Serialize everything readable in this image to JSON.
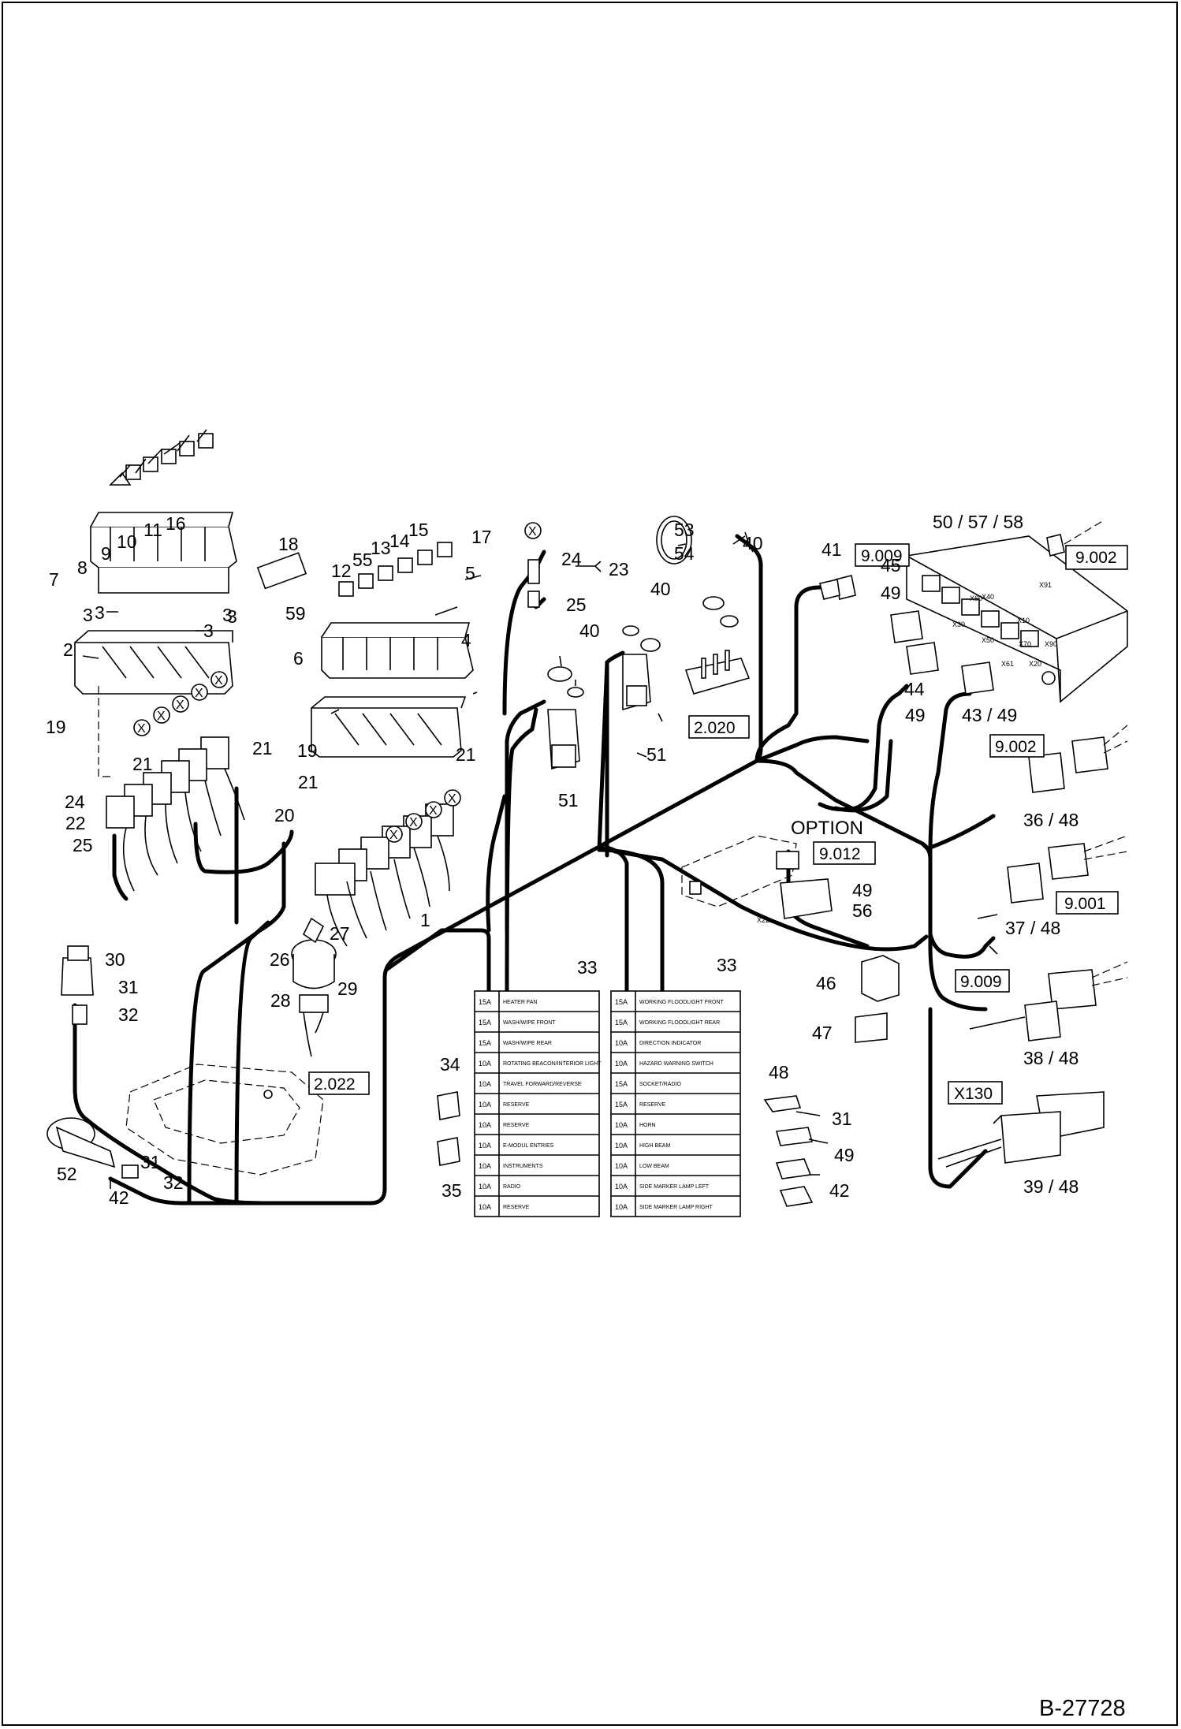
{
  "drawing_number": "B-27728",
  "option_label": "OPTION",
  "reference_boxes": [
    "9.009",
    "9.002",
    "9.002",
    "9.001",
    "9.009",
    "9.012",
    "2.020",
    "2.022",
    "X130"
  ],
  "callouts": [
    {
      "id": "c1",
      "text": "1"
    },
    {
      "id": "c2",
      "text": "2"
    },
    {
      "id": "c3a",
      "text": "3"
    },
    {
      "id": "c3b",
      "text": "3"
    },
    {
      "id": "c3c",
      "text": "3"
    },
    {
      "id": "c3d",
      "text": "3"
    },
    {
      "id": "c3e",
      "text": "3"
    },
    {
      "id": "c4",
      "text": "4"
    },
    {
      "id": "c5",
      "text": "5"
    },
    {
      "id": "c6",
      "text": "6"
    },
    {
      "id": "c7",
      "text": "7"
    },
    {
      "id": "c8",
      "text": "8"
    },
    {
      "id": "c9",
      "text": "9"
    },
    {
      "id": "c10",
      "text": "10"
    },
    {
      "id": "c11",
      "text": "11"
    },
    {
      "id": "c12",
      "text": "12"
    },
    {
      "id": "c13",
      "text": "13"
    },
    {
      "id": "c14",
      "text": "14"
    },
    {
      "id": "c15",
      "text": "15"
    },
    {
      "id": "c16",
      "text": "16"
    },
    {
      "id": "c17",
      "text": "17"
    },
    {
      "id": "c18",
      "text": "18"
    },
    {
      "id": "c19a",
      "text": "19"
    },
    {
      "id": "c19b",
      "text": "19"
    },
    {
      "id": "c20",
      "text": "20"
    },
    {
      "id": "c21a",
      "text": "21"
    },
    {
      "id": "c21b",
      "text": "21"
    },
    {
      "id": "c21c",
      "text": "21"
    },
    {
      "id": "c21d",
      "text": "21"
    },
    {
      "id": "c22",
      "text": "22"
    },
    {
      "id": "c23",
      "text": "23"
    },
    {
      "id": "c24a",
      "text": "24"
    },
    {
      "id": "c24b",
      "text": "24"
    },
    {
      "id": "c25a",
      "text": "25"
    },
    {
      "id": "c25b",
      "text": "25"
    },
    {
      "id": "c26",
      "text": "26"
    },
    {
      "id": "c27",
      "text": "27"
    },
    {
      "id": "c28",
      "text": "28"
    },
    {
      "id": "c29",
      "text": "29"
    },
    {
      "id": "c30",
      "text": "30"
    },
    {
      "id": "c31a",
      "text": "31"
    },
    {
      "id": "c32a",
      "text": "32"
    },
    {
      "id": "c31b",
      "text": "31"
    },
    {
      "id": "c32b",
      "text": "32"
    },
    {
      "id": "c31c",
      "text": "31"
    },
    {
      "id": "c33a",
      "text": "33"
    },
    {
      "id": "c33b",
      "text": "33"
    },
    {
      "id": "c34",
      "text": "34"
    },
    {
      "id": "c35",
      "text": "35"
    },
    {
      "id": "c36",
      "text": "36 / 48"
    },
    {
      "id": "c37",
      "text": "37 / 48"
    },
    {
      "id": "c38",
      "text": "38 / 48"
    },
    {
      "id": "c39",
      "text": "39 / 48"
    },
    {
      "id": "c40a",
      "text": "40"
    },
    {
      "id": "c40b",
      "text": "40"
    },
    {
      "id": "c40c",
      "text": "40"
    },
    {
      "id": "c41",
      "text": "41"
    },
    {
      "id": "c42a",
      "text": "42"
    },
    {
      "id": "c42b",
      "text": "42"
    },
    {
      "id": "c43",
      "text": "43 / 49"
    },
    {
      "id": "c44",
      "text": "44"
    },
    {
      "id": "c44b",
      "text": "49"
    },
    {
      "id": "c45",
      "text": "45"
    },
    {
      "id": "c45b",
      "text": "49"
    },
    {
      "id": "c46",
      "text": "46"
    },
    {
      "id": "c47",
      "text": "47"
    },
    {
      "id": "c48",
      "text": "48"
    },
    {
      "id": "c49a",
      "text": "49"
    },
    {
      "id": "c49b",
      "text": "49"
    },
    {
      "id": "c56",
      "text": "56"
    },
    {
      "id": "c50",
      "text": "50 / 57 / 58"
    },
    {
      "id": "c51a",
      "text": "51"
    },
    {
      "id": "c51b",
      "text": "51"
    },
    {
      "id": "c52",
      "text": "52"
    },
    {
      "id": "c53",
      "text": "53"
    },
    {
      "id": "c54",
      "text": "54"
    },
    {
      "id": "c55",
      "text": "55"
    },
    {
      "id": "c59",
      "text": "59"
    }
  ],
  "x_marks": [
    "X",
    "X",
    "X",
    "X",
    "X",
    "X",
    "X",
    "X",
    "X",
    "X"
  ],
  "connector_tags": [
    "X22",
    "X60",
    "X40",
    "X10",
    "X91",
    "X30",
    "X50",
    "X70",
    "X20",
    "X90",
    "X61"
  ],
  "fuse_panel_left": [
    {
      "amp": "15A",
      "label": "HEATER FAN"
    },
    {
      "amp": "15A",
      "label": "WASH/WIPE FRONT"
    },
    {
      "amp": "15A",
      "label": "WASH/WIPE REAR"
    },
    {
      "amp": "10A",
      "label": "ROTATING BEACON/INTERIOR LIGHT"
    },
    {
      "amp": "10A",
      "label": "TRAVEL FORWARD/REVERSE"
    },
    {
      "amp": "10A",
      "label": "RESERVE"
    },
    {
      "amp": "10A",
      "label": "RESERVE"
    },
    {
      "amp": "10A",
      "label": "E-MODUL ENTRIES"
    },
    {
      "amp": "10A",
      "label": "INSTRUMENTS"
    },
    {
      "amp": "10A",
      "label": "RADIO"
    },
    {
      "amp": "10A",
      "label": "RESERVE"
    }
  ],
  "fuse_panel_right": [
    {
      "amp": "15A",
      "label": "WORKING FLOODLIGHT FRONT"
    },
    {
      "amp": "15A",
      "label": "WORKING FLOODLIGHT REAR"
    },
    {
      "amp": "10A",
      "label": "DIRECTION INDICATOR"
    },
    {
      "amp": "10A",
      "label": "HAZARD WARNING SWITCH"
    },
    {
      "amp": "15A",
      "label": "SOCKET/RADIO"
    },
    {
      "amp": "15A",
      "label": "RESERVE"
    },
    {
      "amp": "10A",
      "label": "HORN"
    },
    {
      "amp": "10A",
      "label": "HIGH BEAM"
    },
    {
      "amp": "10A",
      "label": "LOW BEAM"
    },
    {
      "amp": "10A",
      "label": "SIDE MARKER LAMP LEFT"
    },
    {
      "amp": "10A",
      "label": "SIDE MARKER LAMP RIGHT"
    }
  ]
}
